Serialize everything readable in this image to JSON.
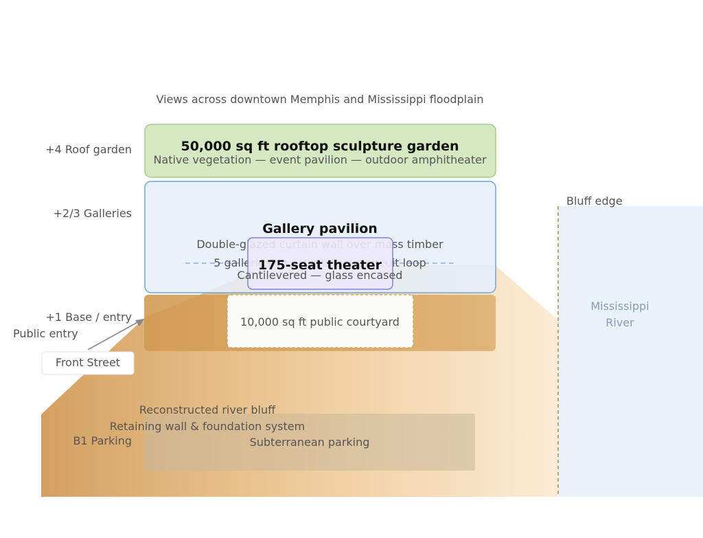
{
  "header": {
    "views": "Views across downtown Memphis and Mississippi floodplain"
  },
  "levels": {
    "roof": "+4 Roof garden",
    "galleries": "+2/3 Galleries",
    "base": "+1 Base / entry",
    "parking": "B1 Parking"
  },
  "roof_garden": {
    "title": "50,000 sq ft rooftop sculpture garden",
    "subtitle": "Native vegetation — event pavilion — outdoor amphitheater"
  },
  "gallery": {
    "title": "Gallery pavilion",
    "subtitle": "Double-glazed curtain wall over mass timber",
    "loop": "5 galleries on a continuous circuit loop"
  },
  "theater": {
    "title": "175-seat theater",
    "subtitle": "Cantilevered — glass encased"
  },
  "courtyard": {
    "label": "10,000 sq ft public courtyard"
  },
  "entry": {
    "public": "Public entry",
    "street": "Front Street"
  },
  "bluff": {
    "reconstructed": "Reconstructed river bluff",
    "retaining": "Retaining wall & foundation system",
    "edge": "Bluff edge"
  },
  "parking": {
    "label": "Subterranean parking"
  },
  "river": {
    "line1": "Mississippi",
    "line2": "River"
  },
  "colors": {
    "roof_fill": "#d6e8c2",
    "roof_stroke": "#a9cc8c",
    "gallery_fill": "#e6effa",
    "gallery_stroke": "#6fa3de",
    "theater_fill": "#ece9fb",
    "theater_stroke": "#8a7fd4",
    "base_fill": "#d9a45f",
    "courtyard_fill": "#fafaf7",
    "bluff_dark": "#d4a15f",
    "bluff_light": "#fbe8cc",
    "river_fill": "#e9f1fa",
    "river_text": "#8a9bb0"
  }
}
